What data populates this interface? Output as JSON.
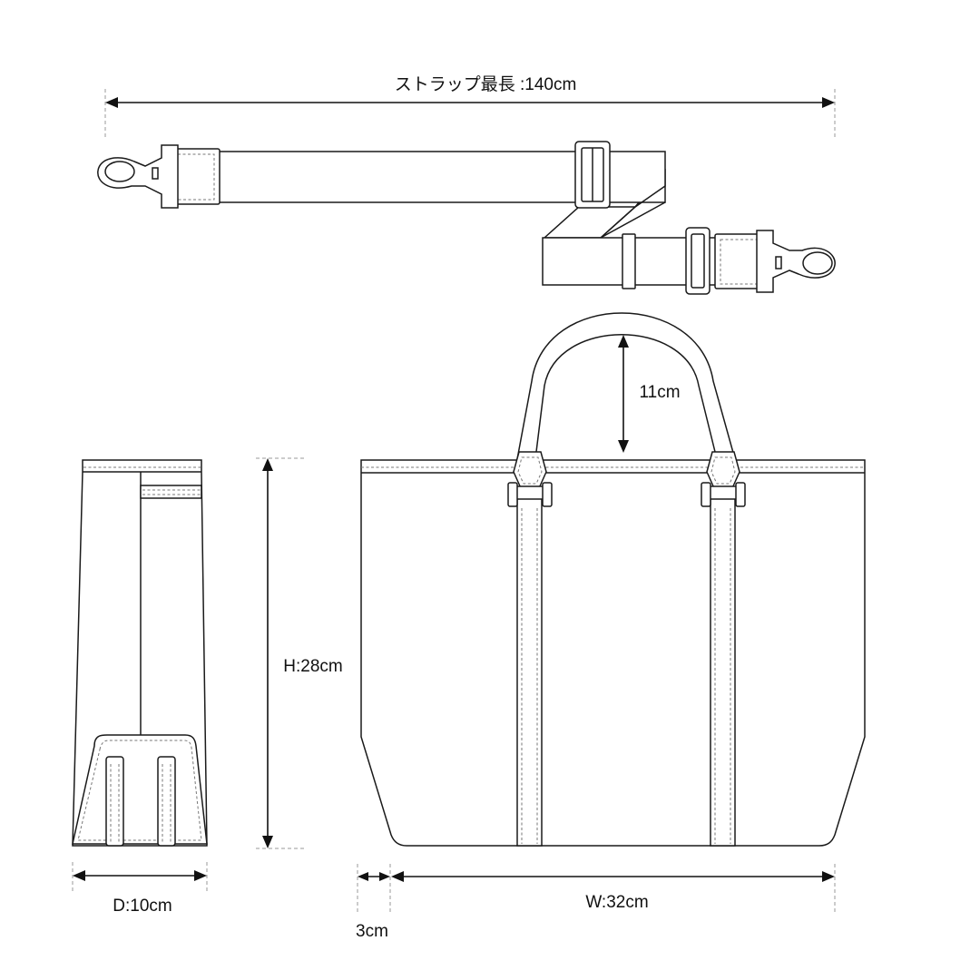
{
  "dimensions": {
    "strap_length": "ストラップ最長 :140cm",
    "handle_height": "11cm",
    "height": "H:28cm",
    "depth": "D:10cm",
    "width": "W:32cm",
    "gusset": "3cm"
  },
  "colors": {
    "line": "#1a1a1a",
    "stitch": "#777777",
    "background": "#ffffff"
  }
}
